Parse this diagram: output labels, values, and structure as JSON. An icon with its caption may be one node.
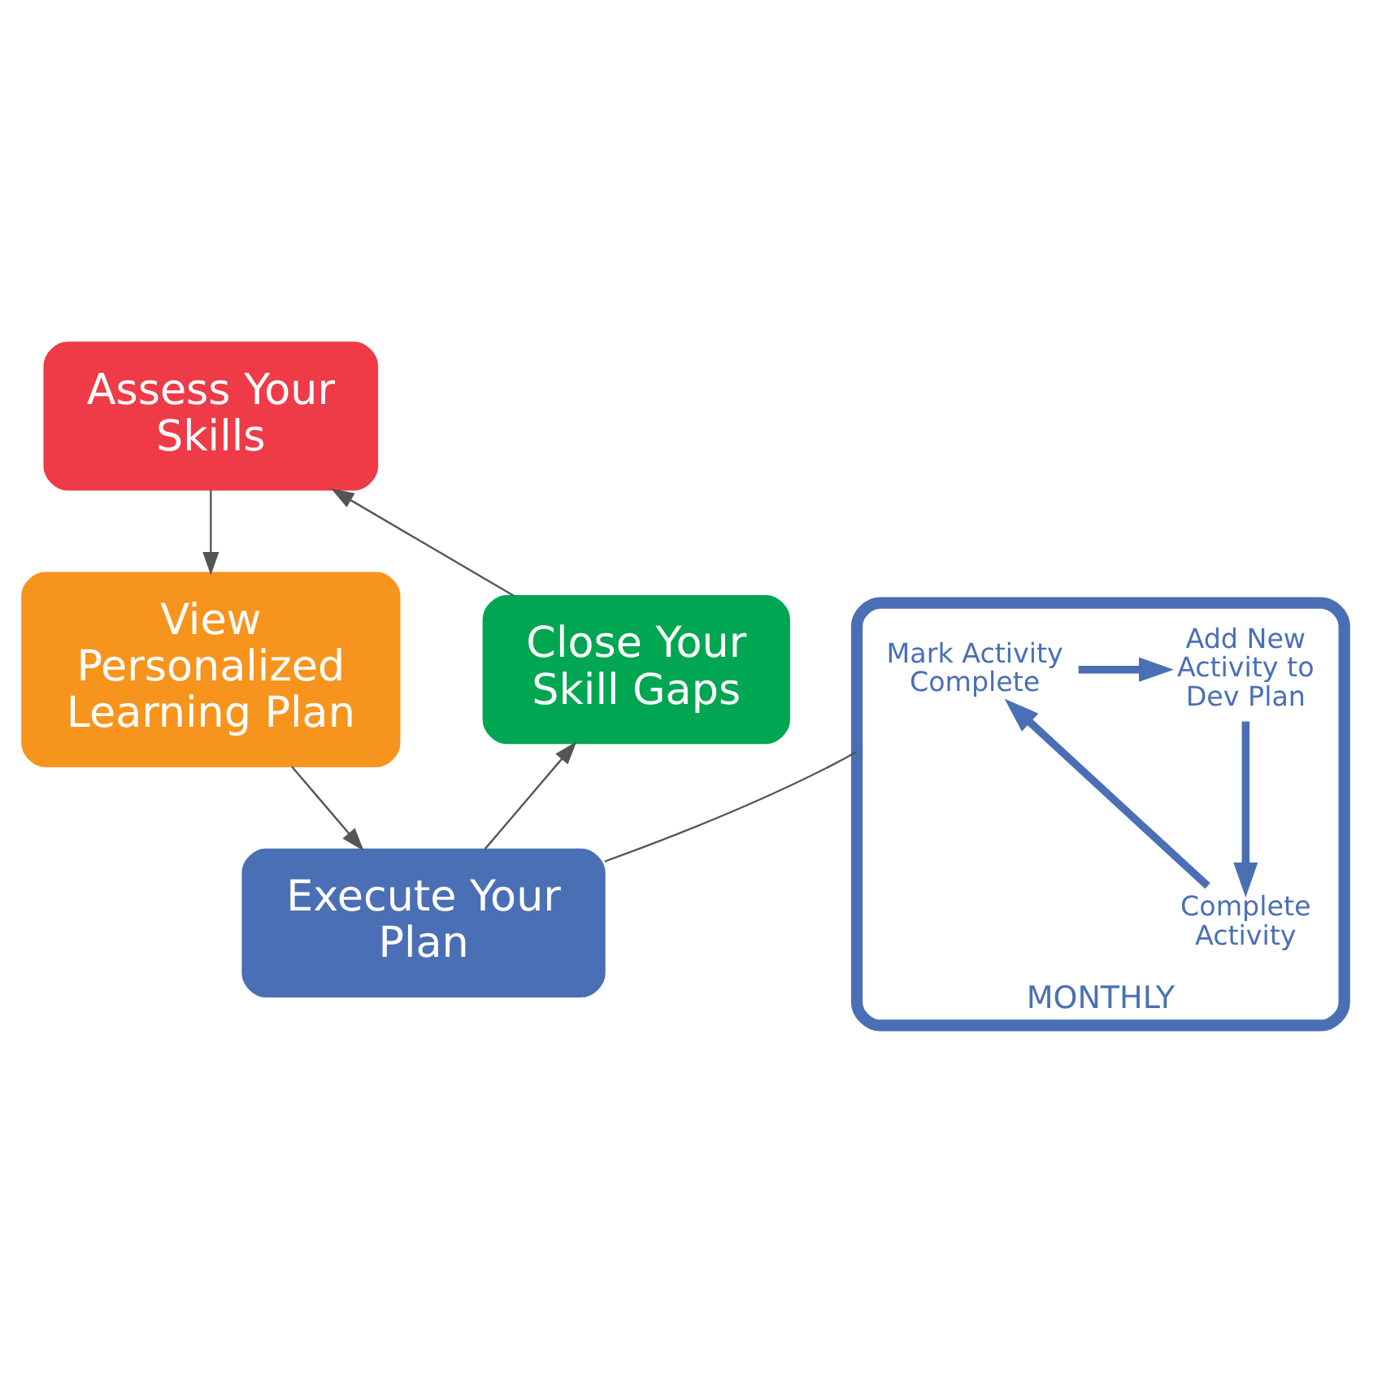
{
  "diagram": {
    "nodes": [
      {
        "text": [
          "Assess Your Skills"
        ]
      },
      {
        "text": [
          "View Personalized Learning Plan"
        ]
      },
      {
        "text": [
          "Execute Your Plan"
        ]
      },
      {
        "text": [
          "Close Your Skill Gaps"
        ]
      },
      {
        "text": [
          "MONTHLY"
        ]
      },
      {
        "text": [
          "Mark Activity Complete"
        ],
        "in": 4
      },
      {
        "text": [
          "Add New Activity to Dev Plan"
        ],
        "in": 4
      },
      {
        "text": [
          "Complete Activity"
        ],
        "in": 4
      }
    ],
    "edges": [
      {
        "from": 0,
        "to": 1,
        "arrow": "to"
      },
      {
        "from": 1,
        "to": 2,
        "arrow": "to"
      },
      {
        "from": 2,
        "to": 3,
        "arrow": "to"
      },
      {
        "from": 3,
        "to": 0,
        "arrow": "to"
      },
      {
        "from": 5,
        "to": 6,
        "arrow": "to",
        "style": "thick",
        "color": "#4a6fb5"
      },
      {
        "from": 6,
        "to": 7,
        "arrow": "to",
        "style": "thick",
        "color": "#4a6fb5"
      },
      {
        "from": 7,
        "to": 5,
        "arrow": "to",
        "style": "thick",
        "color": "#4a6fb5"
      },
      {
        "from": 4,
        "to": 2,
        "arrow": "none"
      }
    ]
  }
}
